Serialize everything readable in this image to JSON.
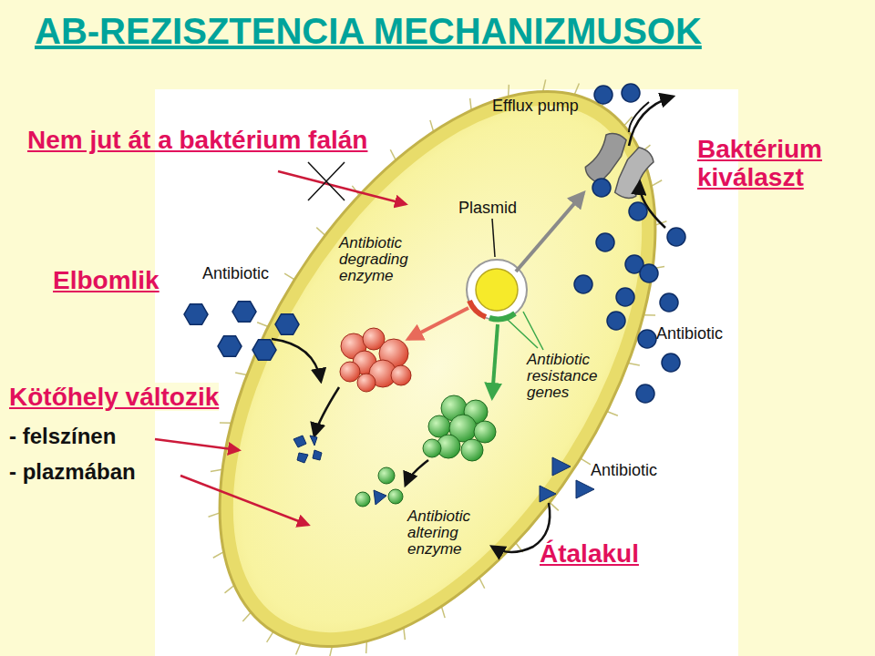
{
  "diagram": {
    "title": "AB-REZISZTENCIA MECHANIZMUSOK",
    "labels": [
      "Nem jut át a baktérium falán",
      "Efflux pump",
      "Baktérium kiválaszt",
      "Plasmid",
      "Antibiotic degrading enzyme",
      "Elbomlik",
      "Antibiotic",
      "Antibiotic",
      "Antibiotic resistance genes",
      "Kötőhely változik",
      "- felszínen",
      "- plazmában",
      "Antibiotic",
      "Antibiotic altering enzyme",
      "Átalakul"
    ]
  }
}
